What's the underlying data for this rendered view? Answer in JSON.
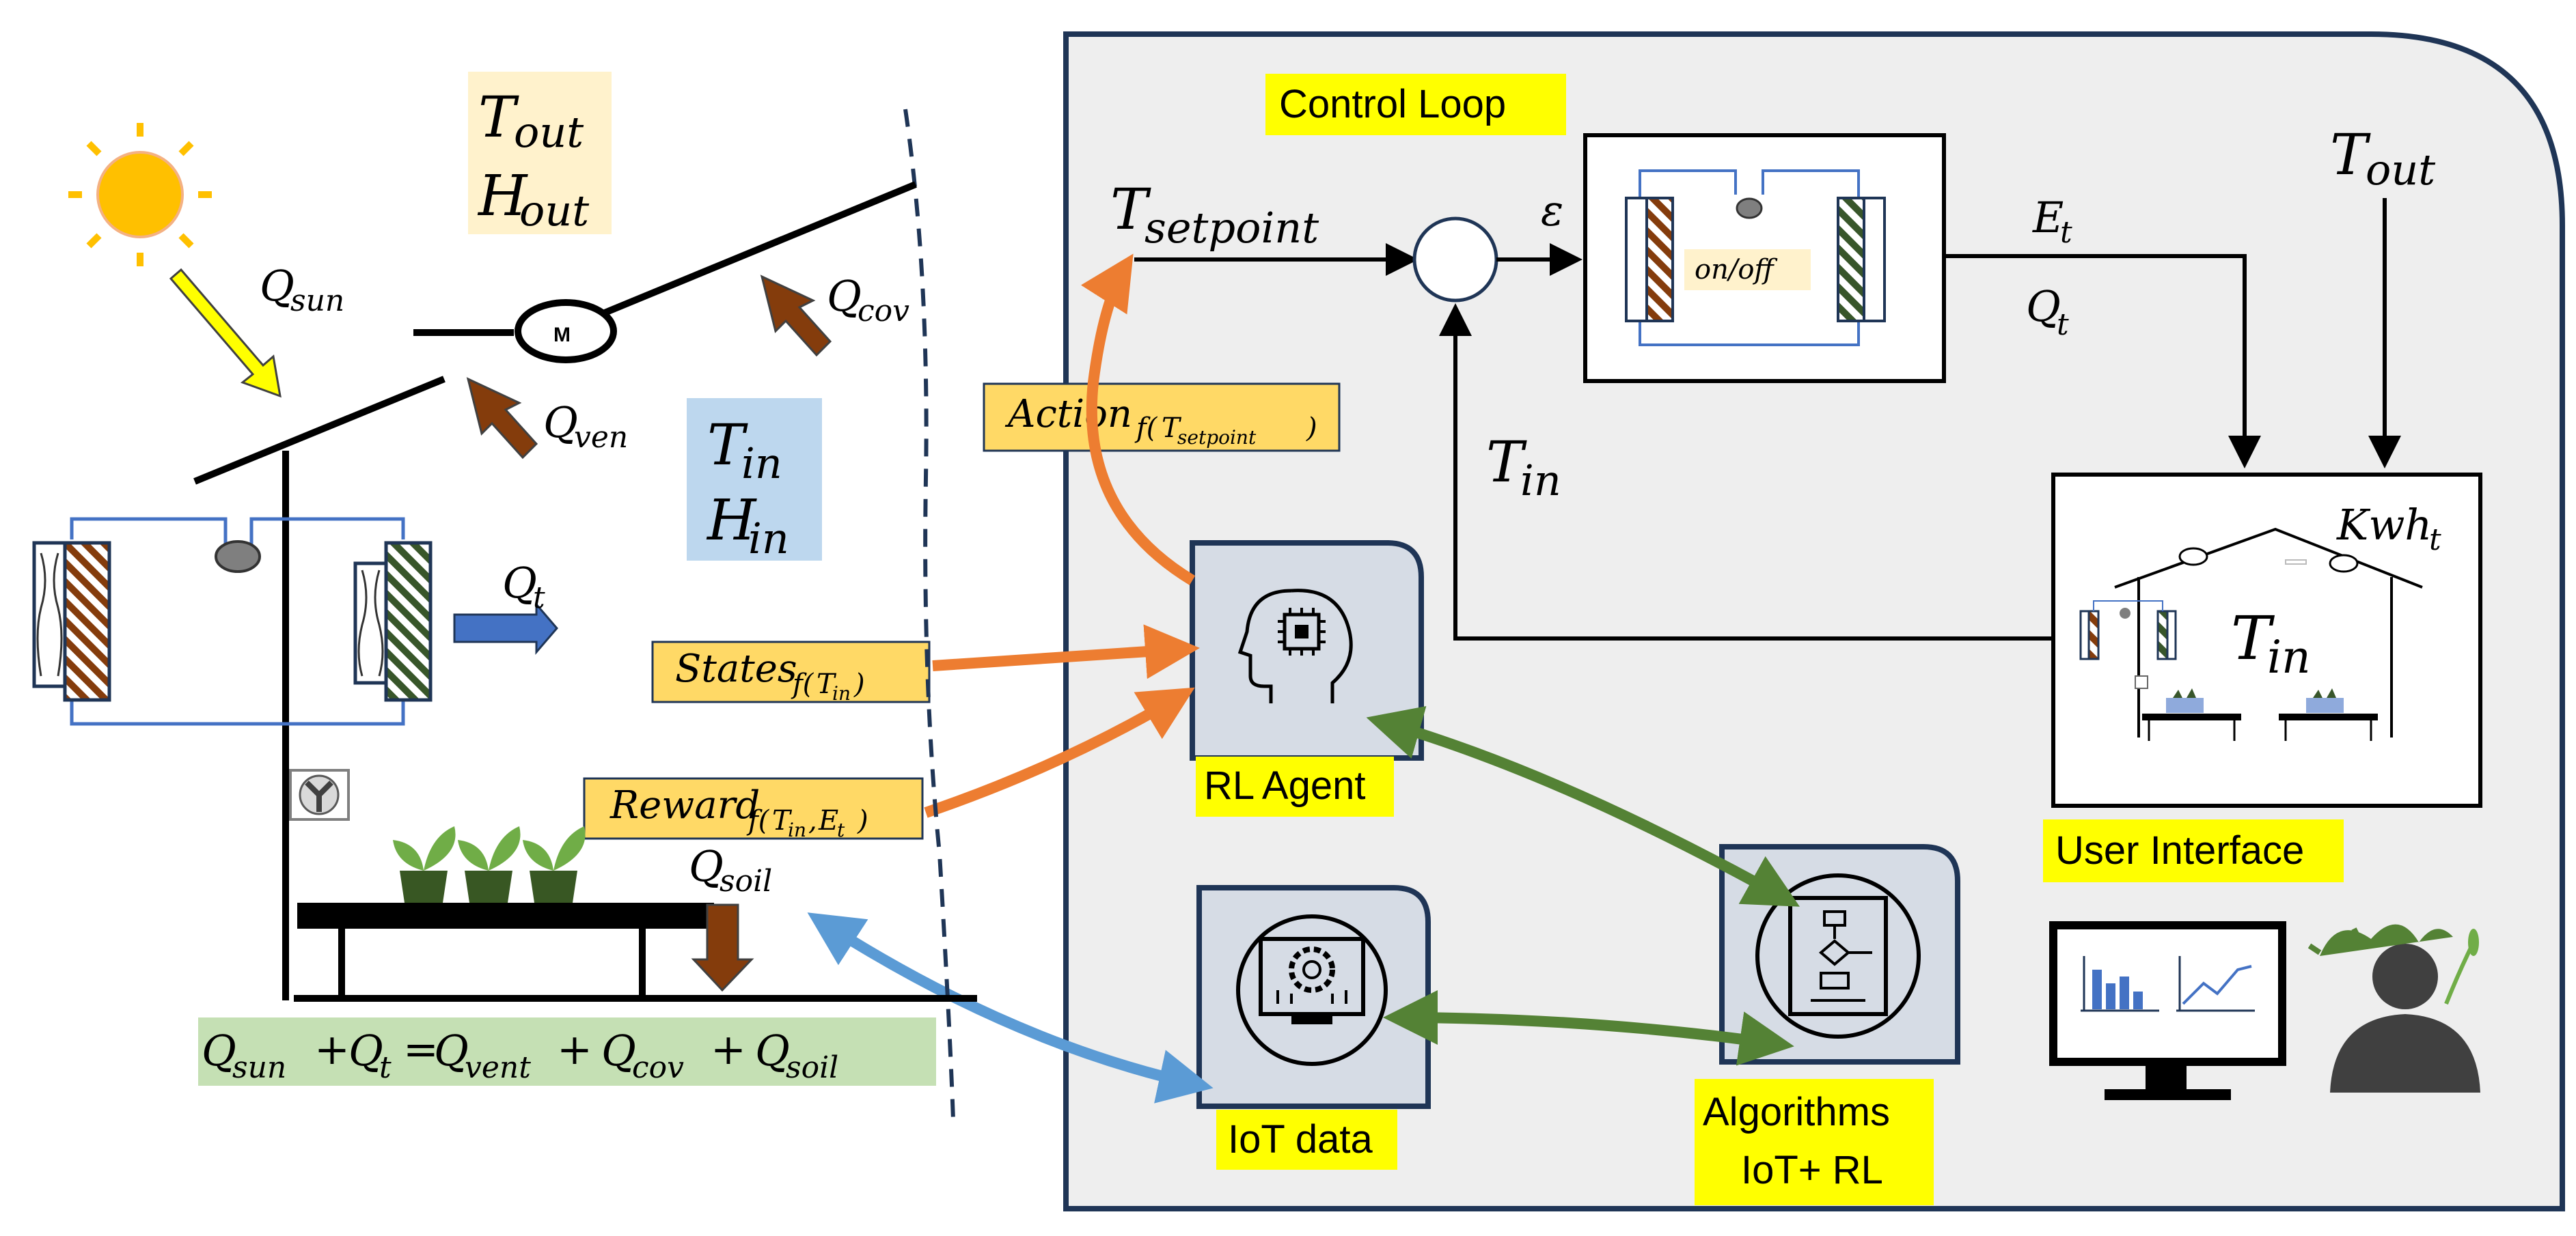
{
  "diagram": {
    "control_loop": {
      "label": "Control Loop",
      "setpoint": {
        "base": "T",
        "sub": "setpoint"
      },
      "error": "ε",
      "switch_label": "on/off",
      "energy": {
        "base": "E",
        "sub": "t"
      },
      "heat": {
        "base": "Q",
        "sub": "t"
      },
      "t_out": {
        "base": "T",
        "sub": "out"
      },
      "t_in_feedback": {
        "base": "T",
        "sub": "in"
      }
    },
    "greenhouse_ui": {
      "kwh": {
        "base": "Kwh",
        "sub": "t"
      },
      "t_in": {
        "base": "T",
        "sub": "in"
      },
      "label": "User Interface"
    },
    "rl_agent": {
      "label": "RL Agent"
    },
    "iot_data": {
      "label": "IoT data"
    },
    "algorithms": {
      "line1": "Algorithms",
      "line2": "IoT+ RL"
    },
    "action": {
      "base": "Action",
      "sub": "f(",
      "subsub": "setpoint",
      "subT": "T",
      "tail": ")"
    },
    "states": {
      "base": "States",
      "sub": "f(",
      "subT": "T",
      "subsub": "in",
      "tail": ")"
    },
    "reward": {
      "base": "Reward",
      "sub": "f(",
      "subT1": "T",
      "subsub1": "in",
      "comma": ",",
      "subT2": "E",
      "subsub2": "t",
      "tail": ")"
    },
    "left_env": {
      "t_out": {
        "base": "T",
        "sub": "out"
      },
      "h_out": {
        "base": "H",
        "sub": "out"
      },
      "t_in": {
        "base": "T",
        "sub": "in"
      },
      "h_in": {
        "base": "H",
        "sub": "in"
      },
      "q_sun": {
        "base": "Q",
        "sub": "sun"
      },
      "q_cov": {
        "base": "Q",
        "sub": "cov"
      },
      "q_ven": {
        "base": "Q",
        "sub": "ven"
      },
      "q_t": {
        "base": "Q",
        "sub": "t"
      },
      "q_soil": {
        "base": "Q",
        "sub": "soil"
      },
      "motor": "M"
    },
    "equation": {
      "t1": {
        "base": "Q",
        "sub": "sun"
      },
      "op1": "+",
      "t2": {
        "base": "Q",
        "sub": "t"
      },
      "eq": "=",
      "t3": {
        "base": "Q",
        "sub": "vent"
      },
      "op2": "+",
      "t4": {
        "base": "Q",
        "sub": "cov"
      },
      "op3": "+",
      "t5": {
        "base": "Q",
        "sub": "soil"
      }
    }
  },
  "colors": {
    "panel_bg": "#EEEEEE",
    "panel_border": "#1F3556",
    "yellow_label": "#FFFF00",
    "orange_arrow": "#ED7D31",
    "green_arrow": "#548235",
    "blue_arrow": "#5B9BD5",
    "brown_arrow": "#843C0C",
    "label_box": "#FFD966",
    "peach_box": "#FFF2CC",
    "light_blue_box": "#BDD7EE",
    "equation_bg": "#C5E0B4"
  }
}
